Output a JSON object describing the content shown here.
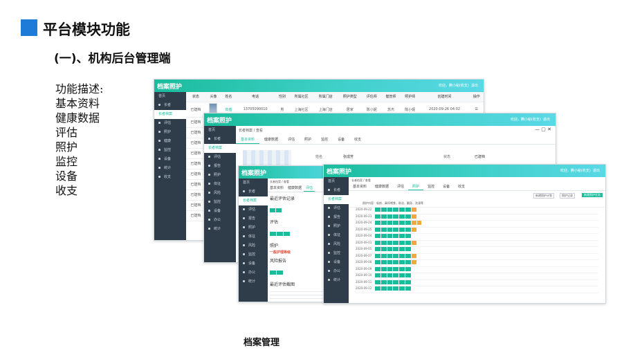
{
  "slide": {
    "title": "平台模块功能",
    "subtitle": "(一)、机构后台管理端",
    "desc_title": "功能描述:",
    "features": [
      "基本资料",
      "健康数据",
      "评估",
      "照护",
      "监控",
      "设备",
      "收支"
    ],
    "caption": "档案管理"
  },
  "app": {
    "logo": "档案照护",
    "user": "欢迎，腾小秘(收支)",
    "logout": "退出",
    "menu": [
      "首页",
      "长者",
      "长者档案",
      "评估",
      "照护",
      "健康",
      "监控",
      "设备",
      "统计",
      "收支"
    ],
    "menu_back": [
      "首页",
      "长者",
      "评估",
      "报告",
      "照护",
      "体征",
      "风险",
      "监控",
      "设备",
      "办公",
      "统计"
    ]
  },
  "win1": {
    "headers": [
      "状态",
      "头像",
      "姓名",
      "电话",
      "性别",
      "所属社区",
      "所属门店",
      "照护类型",
      "评估师",
      "健管师",
      "照护师",
      "创建时间",
      "操作"
    ],
    "rows": [
      [
        "已建档",
        "",
        "高盛",
        "13705090010",
        "男",
        "上海社区",
        "上海门店",
        "居家",
        "陈小妮",
        "苏杰",
        "陈小妮",
        "2020-09-26 04:02"
      ],
      [
        "已建档",
        "",
        "",
        "",
        "",
        "",
        "",
        "",
        "",
        "",
        "",
        ""
      ],
      [
        "已建档",
        "",
        "",
        "",
        "",
        "",
        "",
        "",
        "",
        "",
        "",
        ""
      ],
      [
        "已建档",
        "",
        "",
        "",
        "",
        "",
        "",
        "",
        "",
        "",
        "",
        ""
      ],
      [
        "已建档",
        "",
        "",
        "",
        "",
        "",
        "",
        "",
        "",
        "",
        "",
        ""
      ],
      [
        "已建档",
        "",
        "",
        "",
        "",
        "",
        "",
        "",
        "",
        "",
        "",
        ""
      ],
      [
        "已建档",
        "",
        "",
        "",
        "",
        "",
        "",
        "",
        "",
        "",
        "",
        ""
      ],
      [
        "已建档",
        "",
        "",
        "",
        "",
        "",
        "",
        "",
        "",
        "",
        "",
        ""
      ],
      [
        "已建档",
        "",
        "",
        "",
        "",
        "",
        "",
        "",
        "",
        "",
        "",
        ""
      ],
      [
        "已建档",
        "",
        "",
        "",
        "",
        "",
        "",
        "",
        "",
        "",
        "",
        ""
      ],
      [
        "已建档",
        "",
        "",
        "",
        "",
        "",
        "",
        "",
        "",
        "",
        "",
        ""
      ]
    ]
  },
  "win2": {
    "breadcrumb": "长者档案 / 查看",
    "tabs": [
      "基本资料",
      "健康数据",
      "评估",
      "照护",
      "监控",
      "设备",
      "收支"
    ],
    "name_label": "姓名",
    "name_value": "张成芳",
    "status_label": "状态",
    "status_value": "已建档"
  },
  "win3": {
    "breadcrumb": "长者档案 / 查看",
    "tabs": [
      "基本资料",
      "健康数据",
      "评估"
    ],
    "sections": [
      "最近评估记录",
      "评估",
      "照护",
      "风险报告",
      "最近评估截图"
    ],
    "risk_label": "一般护理等级"
  },
  "win4": {
    "breadcrumb": "长者档案 / 查看",
    "tabs": [
      "基本资料",
      "健康数据",
      "评估",
      "照护",
      "监控",
      "设备",
      "收支"
    ],
    "actions": [
      "新建照护计划",
      "照护记录",
      "新建照护任务"
    ],
    "header_row": "照护内容：吸痰、鼻饲喂食、助浴、翻身、洗澡等",
    "dates": [
      "2020-09-22",
      "2020-09-23",
      "2020-09-24",
      "2020-09-25",
      "2020-09-04",
      "2020-09-03",
      "2020-09-05",
      "2020-09-07",
      "2020-09-08",
      "2020-09-09",
      "2020-09-10",
      "2020-09-11",
      "2020-09-12"
    ]
  }
}
